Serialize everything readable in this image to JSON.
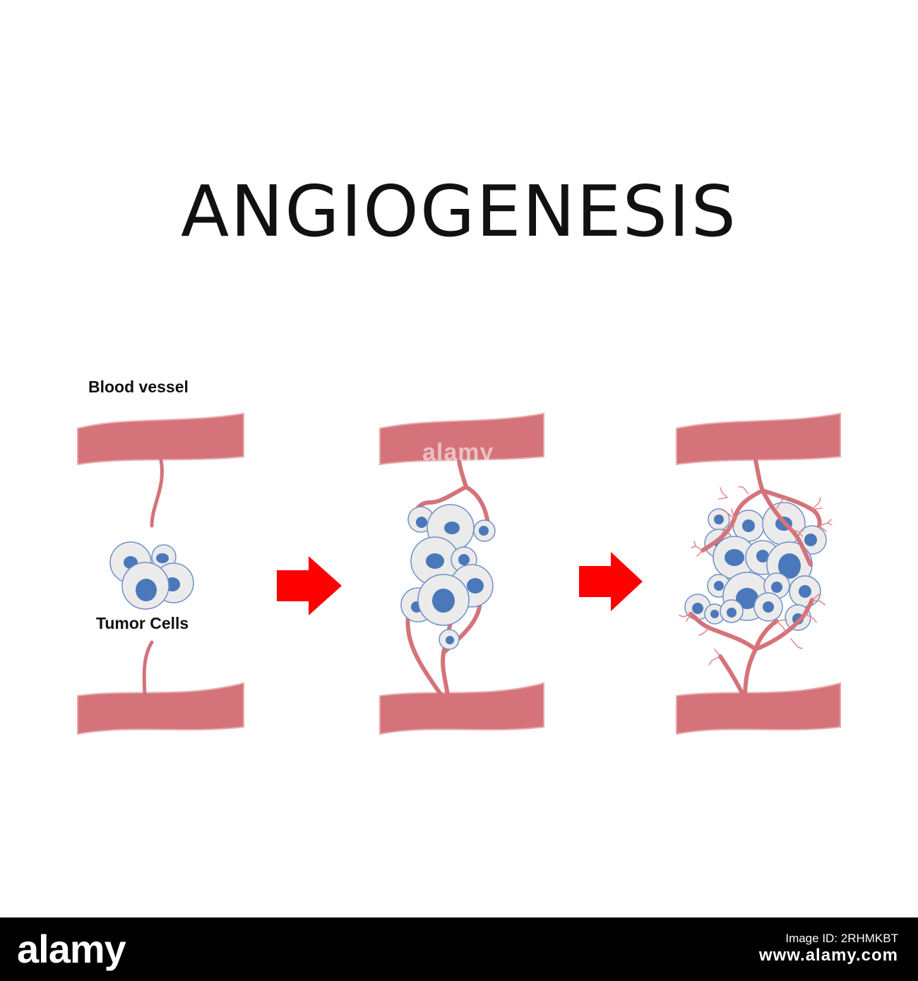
{
  "title": "ANGIOGENESIS",
  "labels": {
    "blood_vessel": "Blood vessel",
    "tumor_cells": "Tumor Cells"
  },
  "watermark": "alamy",
  "footer": {
    "brand": "alamy",
    "id_label": "Image ID: 2RHMKBT",
    "id_value": "www.alamy.com"
  },
  "colors": {
    "vessel": "#d4737a",
    "vessel_edge": "#e8a8ab",
    "cell_fill": "#ebebeb",
    "cell_edge": "#6f8fc7",
    "nucleus": "#4a78bb",
    "arrow": "#ff0000"
  }
}
